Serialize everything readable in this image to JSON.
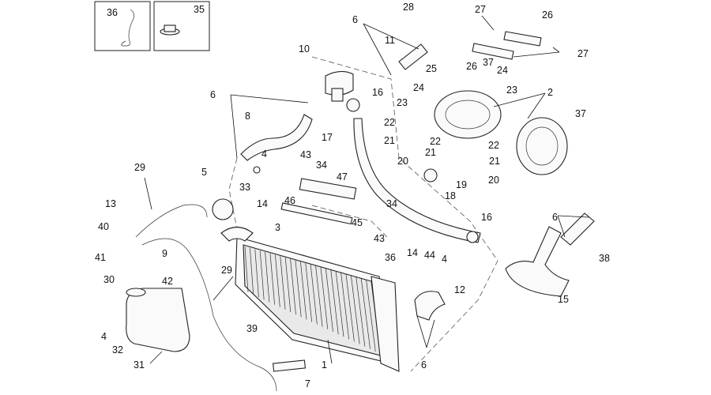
{
  "labels": {
    "l36": "36",
    "l35": "35",
    "l28": "28",
    "l27a": "27",
    "l26a": "26",
    "l6a": "6",
    "l11": "11",
    "l10": "10",
    "l25": "25",
    "l26b": "26",
    "l37a": "37",
    "l24a": "24",
    "l27b": "27",
    "l24b": "24",
    "l23a": "23",
    "l23b": "23",
    "l2": "2",
    "l6b": "6",
    "l16a": "16",
    "l37b": "37",
    "l8": "8",
    "l22a": "22",
    "l21a": "21",
    "l17": "17",
    "l22b": "22",
    "l22c": "22",
    "l21b": "21",
    "l21c": "21",
    "l4a": "4",
    "l43a": "43",
    "l34a": "34",
    "l20a": "20",
    "l20b": "20",
    "l5": "5",
    "l33": "33",
    "l47": "47",
    "l19": "19",
    "l18": "18",
    "l29a": "29",
    "l13": "13",
    "l14a": "14",
    "l46": "46",
    "l34b": "34",
    "l45": "45",
    "l16b": "16",
    "l6c": "6",
    "l40": "40",
    "l3": "3",
    "l43b": "43",
    "l41": "41",
    "l9": "9",
    "l36b": "36",
    "l14b": "14",
    "l44": "44",
    "l4b": "4",
    "l38": "38",
    "l29b": "29",
    "l30": "30",
    "l42": "42",
    "l12": "12",
    "l15": "15",
    "l4c": "4",
    "l39": "39",
    "l32": "32",
    "l6d": "6",
    "l31": "31",
    "l1": "1",
    "l7": "7"
  }
}
